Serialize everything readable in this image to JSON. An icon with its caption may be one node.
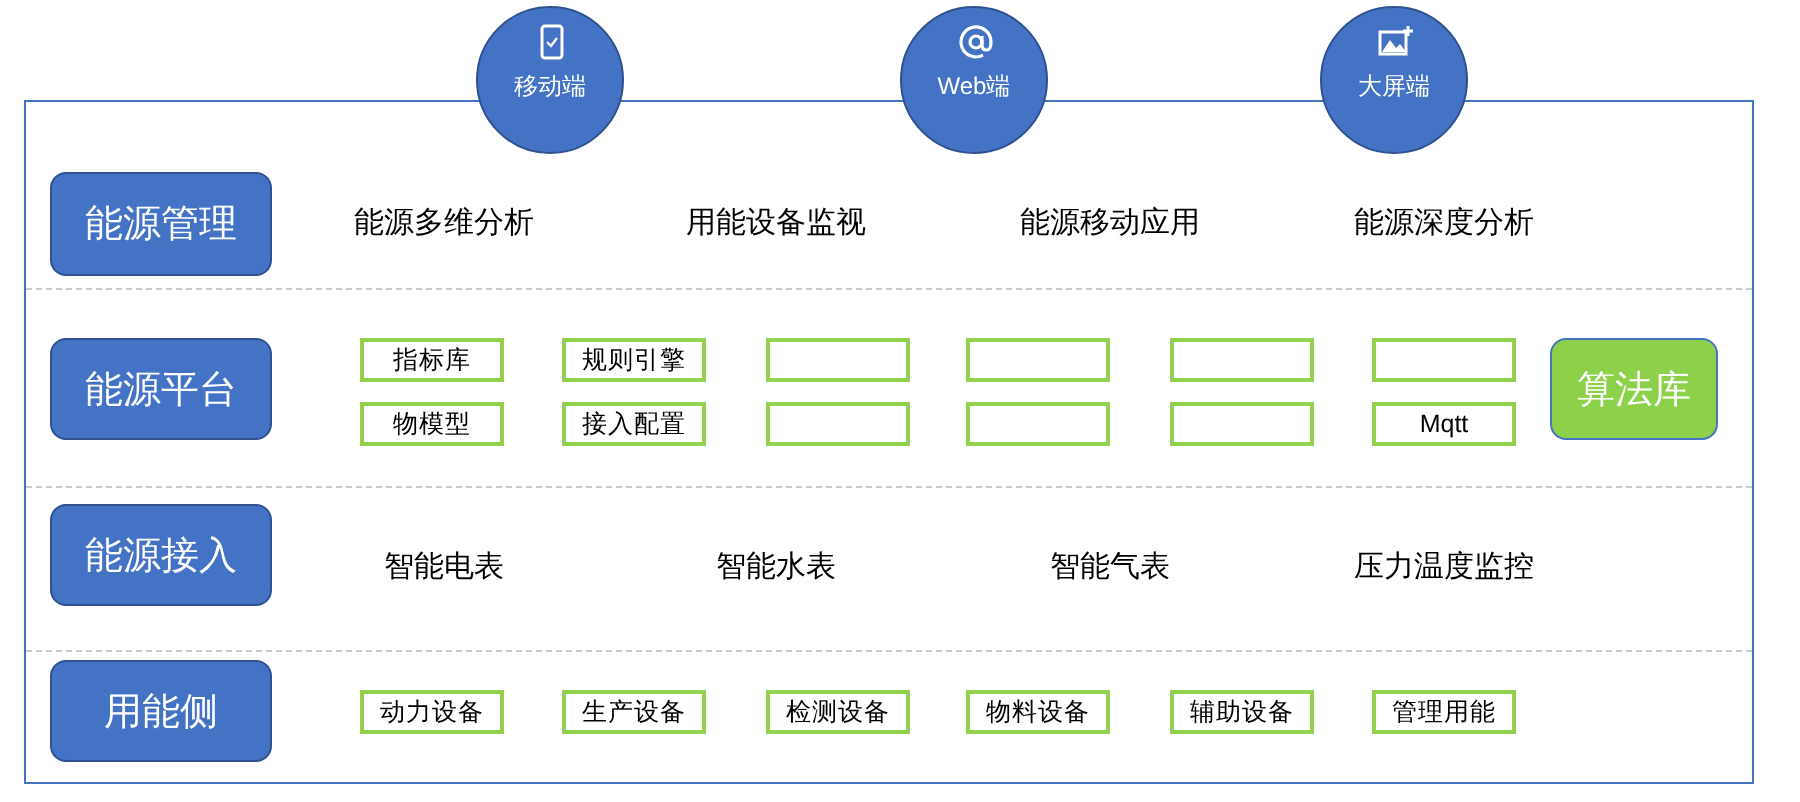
{
  "diagram": {
    "nodes": [
      {
        "text": [
          "移动端"
        ]
      },
      {
        "text": [
          "Web端"
        ]
      },
      {
        "text": [
          "大屏端"
        ]
      },
      {
        "text": [
          "能源管理"
        ]
      },
      {
        "text": [
          "能源平台"
        ]
      },
      {
        "text": [
          "指标库"
        ]
      },
      {
        "text": [
          "规则引擎"
        ]
      },
      {
        "text": [],
        "shape": "box"
      },
      {
        "text": [],
        "shape": "box"
      },
      {
        "text": [],
        "shape": "box"
      },
      {
        "text": [],
        "shape": "box"
      },
      {
        "text": [
          "算法库"
        ]
      },
      {
        "text": [
          "物模型"
        ]
      },
      {
        "text": [
          "接入配置"
        ]
      },
      {
        "text": [],
        "shape": "box"
      },
      {
        "text": [],
        "shape": "box"
      },
      {
        "text": [],
        "shape": "box"
      },
      {
        "text": [
          "Mqtt"
        ]
      },
      {
        "text": [
          "能源接入"
        ]
      },
      {
        "text": [
          "用能侧"
        ]
      },
      {
        "text": [
          "动力设备"
        ]
      },
      {
        "text": [
          "生产设备"
        ]
      },
      {
        "text": [
          "检测设备"
        ]
      },
      {
        "text": [
          "物料设备"
        ]
      },
      {
        "text": [
          "辅助设备"
        ]
      },
      {
        "text": [
          "管理用能"
        ]
      }
    ],
    "edges": [],
    "labels": [
      "能源多维分析",
      "用能设备监视",
      "能源移动应用",
      "能源深度分析",
      "智能电表",
      "智能水表",
      "智能气表",
      "压力温度监控"
    ]
  }
}
